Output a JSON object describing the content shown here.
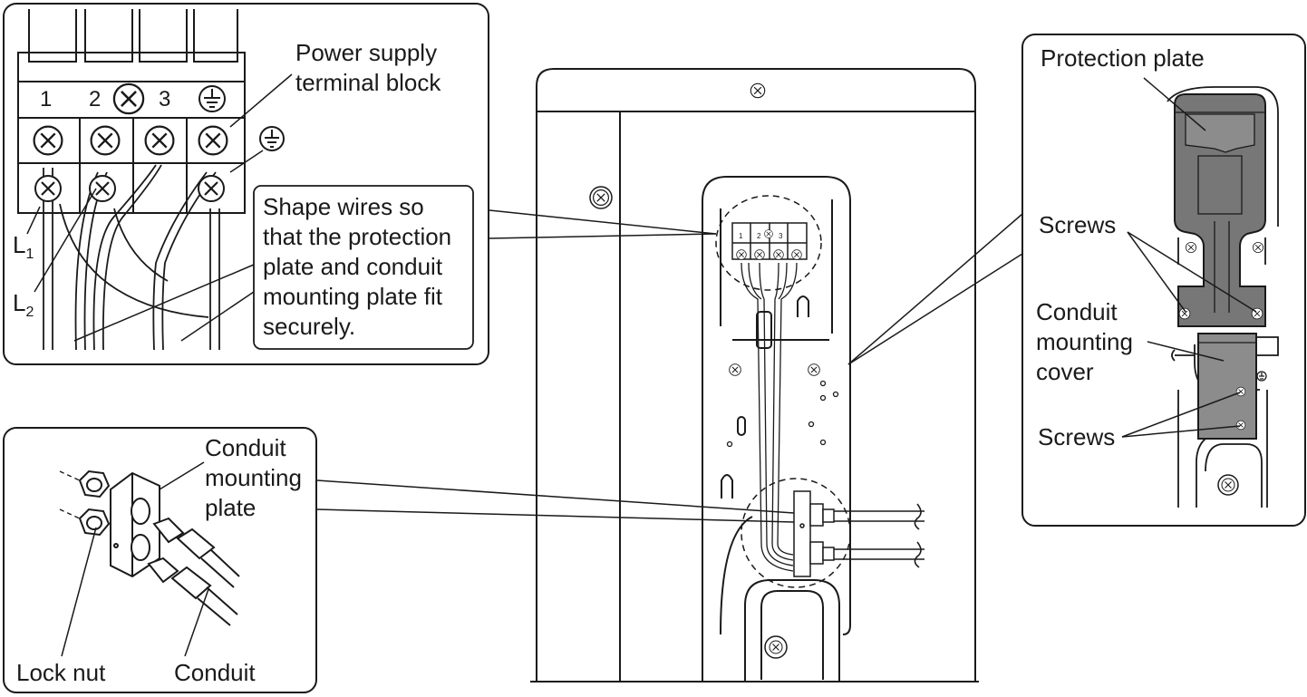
{
  "diagram": {
    "terminal_block": {
      "terminals": [
        "1",
        "2",
        "3"
      ],
      "label_line1": "Power supply",
      "label_line2": "terminal block",
      "l1_letter": "L",
      "l1_sub": "1",
      "l2_letter": "L",
      "l2_sub": "2"
    },
    "shape_wires_note": {
      "line1": "Shape wires so",
      "line2": "that the protection",
      "line3": "plate and conduit",
      "line4": "mounting plate fit",
      "line5": "securely."
    },
    "conduit_detail": {
      "plate_line1": "Conduit",
      "plate_line2": "mounting",
      "plate_line3": "plate",
      "lock_nut": "Lock nut",
      "conduit": "Conduit"
    },
    "protection_detail": {
      "protection_plate": "Protection plate",
      "screws_top": "Screws",
      "cover_line1": "Conduit",
      "cover_line2": "mounting",
      "cover_line3": "cover",
      "screws_bottom": "Screws"
    },
    "colors": {
      "line": "#1a1a1a",
      "plate_fill": "#777777",
      "cover_fill": "#8c8c8c"
    }
  }
}
